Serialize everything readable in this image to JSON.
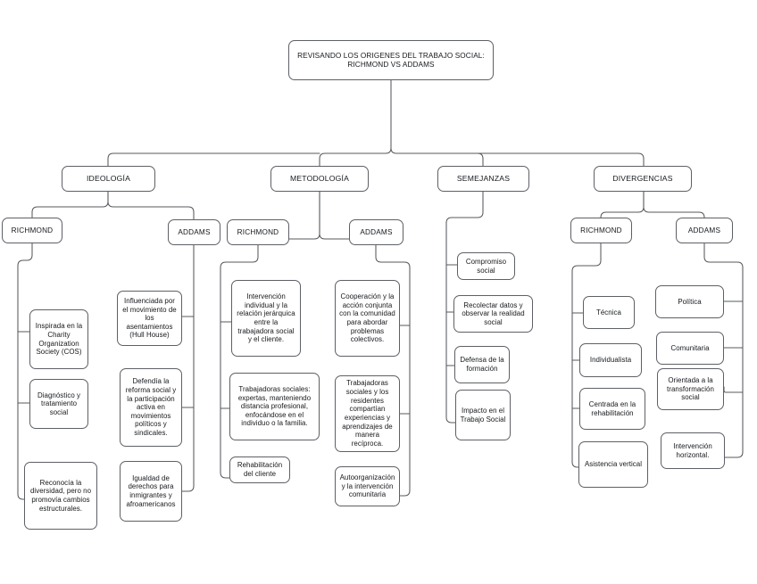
{
  "diagram": {
    "type": "concept-map",
    "title": "REVISANDO LOS ORIGENES DEL TRABAJO SOCIAL: RICHMOND VS ADDAMS",
    "root": {
      "label": "REVISANDO LOS ORIGENES DEL TRABAJO SOCIAL: RICHMOND VS ADDAMS"
    },
    "categories": [
      {
        "label": "IDEOLOGÍA"
      },
      {
        "label": "METODOLOGÍA"
      },
      {
        "label": "SEMEJANZAS"
      },
      {
        "label": "DIVERGENCIAS"
      }
    ],
    "persons": [
      {
        "label": "RICHMOND"
      },
      {
        "label": "ADDAMS"
      },
      {
        "label": "RICHMOND"
      },
      {
        "label": "ADDAMS"
      },
      {
        "label": "RICHMOND"
      },
      {
        "label": "ADDAMS"
      }
    ],
    "branches": {
      "ideologia_richmond": {
        "category": "IDEOLOGÍA",
        "person": "RICHMOND",
        "items": [
          "Inspirada en la Charity Organization Society (COS)",
          "Diagnóstico y tratamiento social",
          "Reconocía la diversidad, pero no promovía cambios estructurales."
        ]
      },
      "ideologia_addams": {
        "category": "IDEOLOGÍA",
        "person": "ADDAMS",
        "items": [
          "Influenciada por el movimiento de los asentamientos (Hull House)",
          "Defendía la reforma social y la participación activa en movimientos políticos y sindicales.",
          "Igualdad de derechos para inmigrantes y afroamericanos"
        ]
      },
      "metodologia_richmond": {
        "category": "METODOLOGÍA",
        "person": "RICHMOND",
        "items": [
          "Intervención individual y la relación jerárquica entre la trabajadora social y el cliente.",
          "Trabajadoras sociales: expertas, manteniendo distancia profesional, enfocándose en el individuo o la familia.",
          "Rehabilitación del cliente"
        ]
      },
      "metodologia_addams": {
        "category": "METODOLOGÍA",
        "person": "ADDAMS",
        "items": [
          "Cooperación y la acción conjunta con la comunidad para abordar problemas colectivos.",
          "Trabajadoras sociales y los residentes compartían experiencias y aprendizajes de manera recíproca.",
          "Autoorganización y la intervención comunitaria"
        ]
      },
      "semejanzas": {
        "category": "SEMEJANZAS",
        "person": null,
        "items": [
          "Compromiso social",
          "Recolectar datos y observar la realidad social",
          "Defensa de la formación",
          "Impacto en el Trabajo Social"
        ]
      },
      "divergencias_richmond": {
        "category": "DIVERGENCIAS",
        "person": "RICHMOND",
        "items": [
          "Técnica",
          "Individualista",
          "Centrada en la rehabilitación",
          "Asistencia vertical"
        ]
      },
      "divergencias_addams": {
        "category": "DIVERGENCIAS",
        "person": "ADDAMS",
        "items": [
          "Política",
          "Comunitaria",
          "Orientada a la transformación social",
          "Intervención horizontal."
        ]
      }
    },
    "colors": {
      "background": "#ffffff",
      "node_border": "#5d6065",
      "connector": "#55585c",
      "text": "#15181c"
    }
  }
}
